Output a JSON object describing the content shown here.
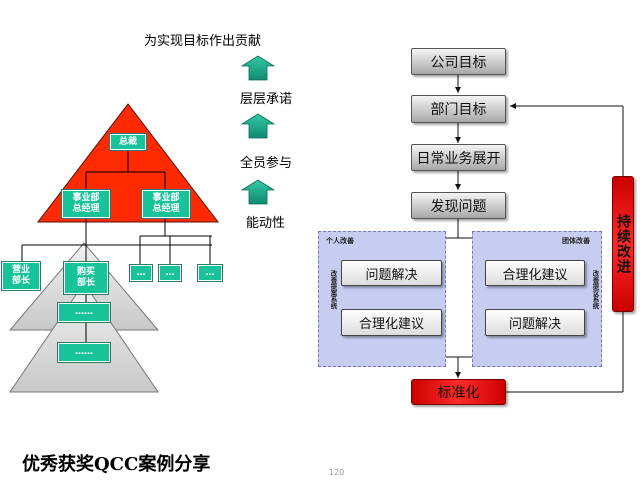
{
  "left": {
    "heading": "为实现目标作出贡献",
    "labels": [
      "层层承诺",
      "全员参与",
      "能动性"
    ],
    "org": {
      "top": "总裁",
      "mid1": "事业部\n总经理",
      "mid2": "事业部\n总经理",
      "left_small": "营业\n部长",
      "buy": "购买\n部长",
      "dots3": "…",
      "dots6": "……"
    }
  },
  "right": {
    "boxes": {
      "company_goal": "公司目标",
      "dept_goal": "部门目标",
      "daily_work": "日常业务展开",
      "find_problem": "发现问题",
      "solve_left": "问题解决",
      "rational_left": "合理化建议",
      "rational_right": "合理化建议",
      "solve_right": "问题解决",
      "standardize": "标准化",
      "continuous": "持续改进"
    },
    "panels": {
      "personal": "个人改善",
      "group": "团体改善",
      "personal_side": "改善提案系统",
      "group_side": "改善提议系统"
    }
  },
  "footer": {
    "title": "优秀获奖QCC案例分享",
    "page": "120"
  },
  "colors": {
    "triangle_red": "#ff2a00",
    "teal": "#18c39a",
    "arrow_teal": "#1fa88c",
    "panel_blue": "#c7cdf1",
    "red_box": "#ee1111"
  }
}
